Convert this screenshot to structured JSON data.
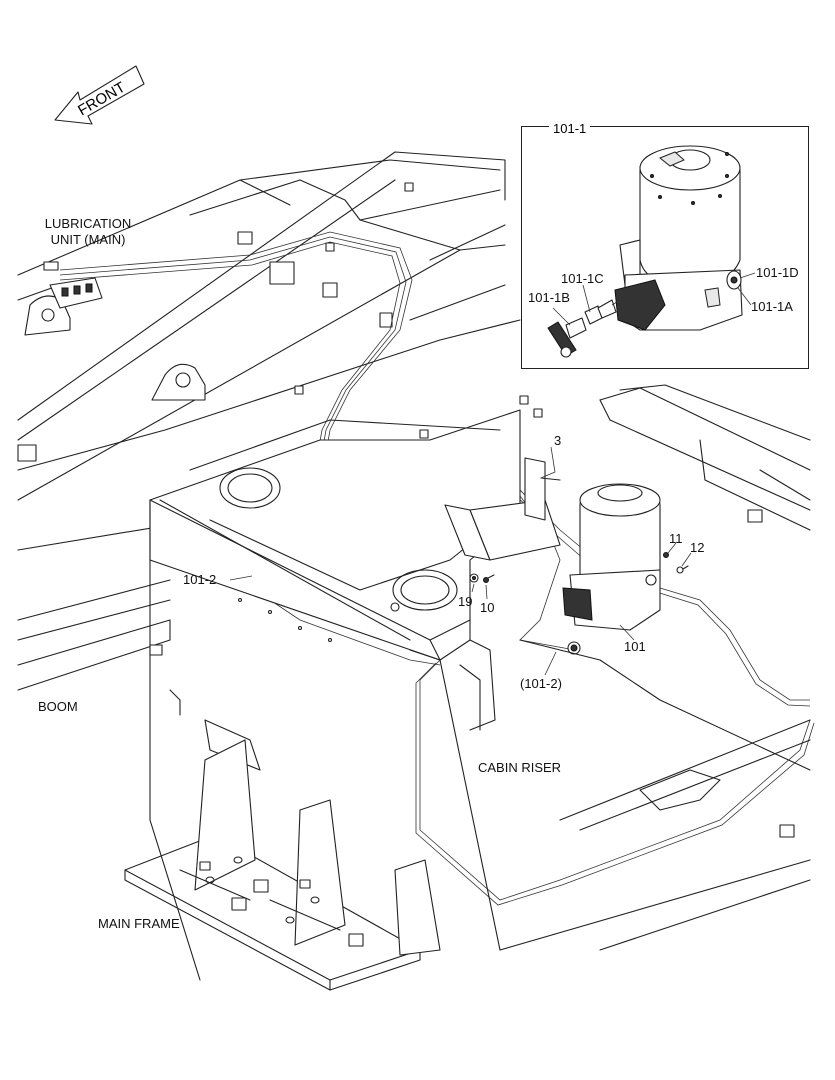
{
  "front_label": "FRONT",
  "labels": {
    "lubrication_unit": "LUBRICATION\nUNIT (MAIN)",
    "boom": "BOOM",
    "cabin_riser": "CABIN RISER",
    "main_frame": "MAIN FRAME",
    "p3": "3",
    "p11": "11",
    "p12": "12",
    "p19": "19",
    "p10": "10",
    "p101": "101",
    "p101_2": "101-2",
    "p101_2_paren": "(101-2)"
  },
  "detail": {
    "title": "101-1",
    "p101_1a": "101-1A",
    "p101_1b": "101-1B",
    "p101_1c": "101-1C",
    "p101_1d": "101-1D"
  }
}
